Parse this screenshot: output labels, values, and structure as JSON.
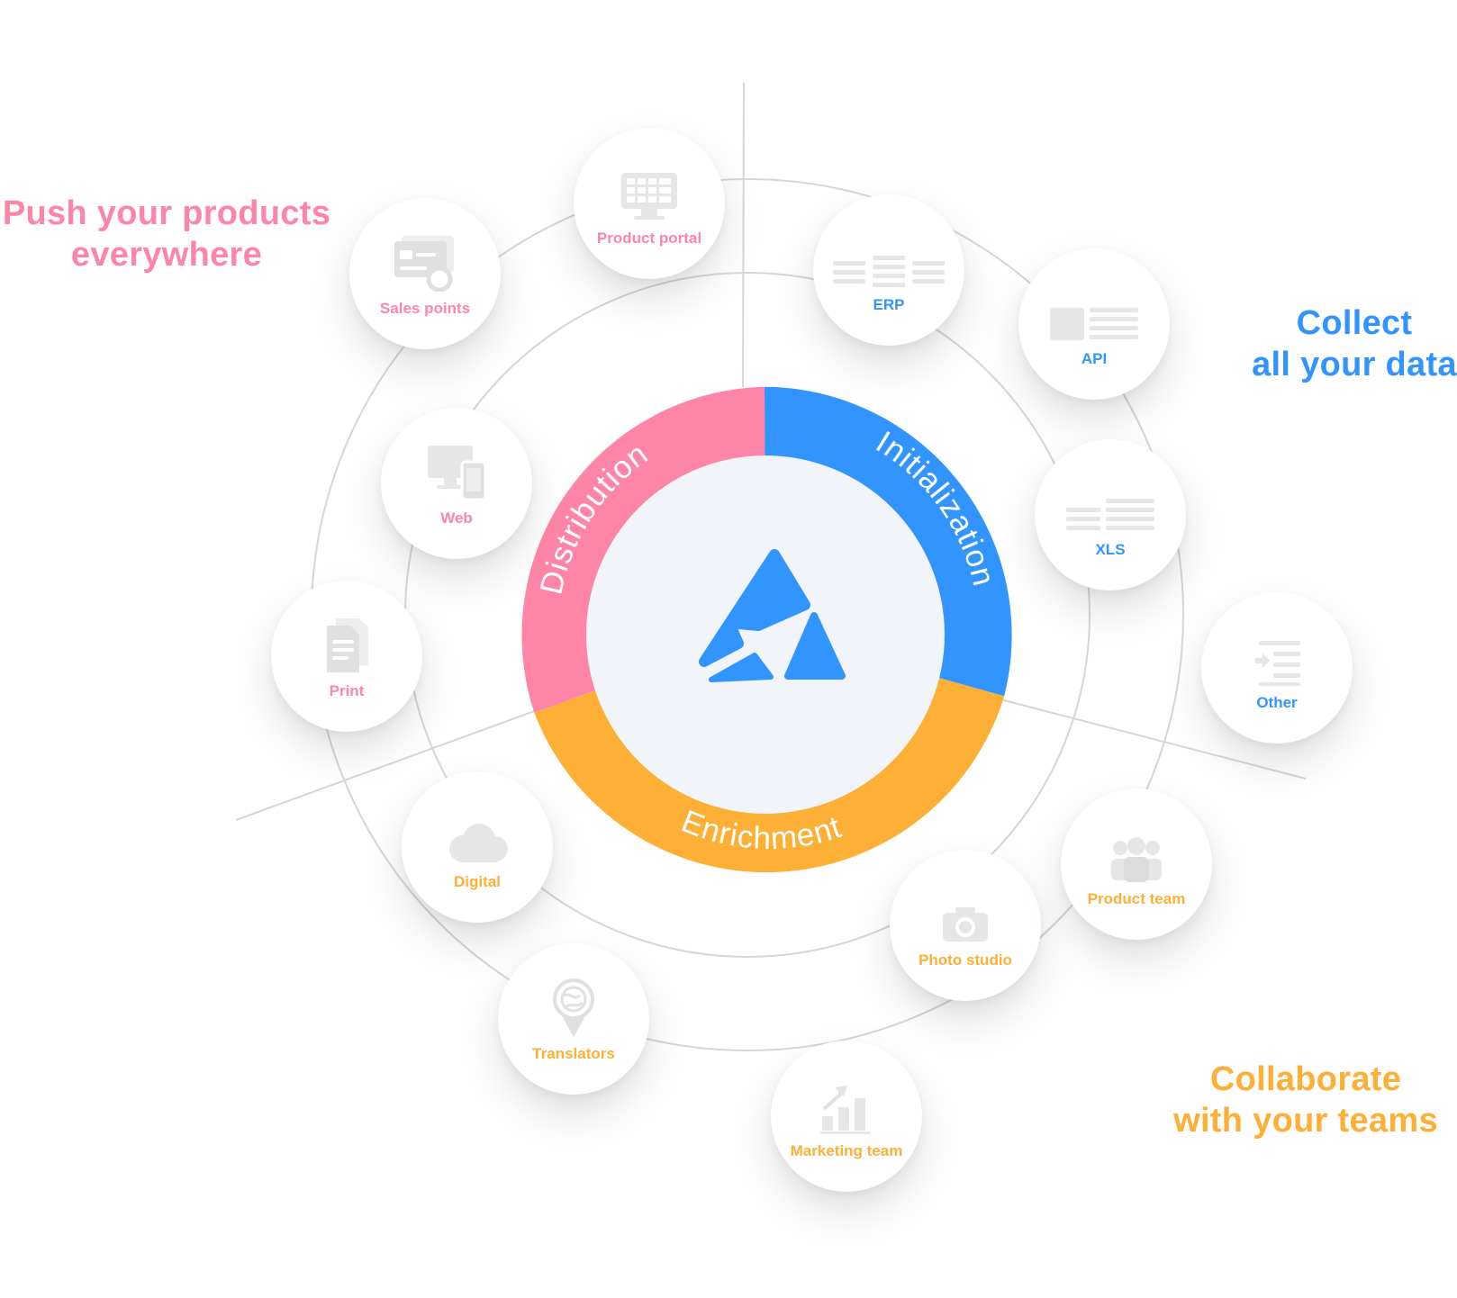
{
  "colors": {
    "distribution": "#ff85a8",
    "initialization": "#3294ff",
    "enrichment": "#fdaf36",
    "center": "#f1f5f9",
    "ring_line": "#d6d6d6",
    "icon_gray": "#e6e6e6"
  },
  "headlines": {
    "push": {
      "line1": "Push your products",
      "line2": "everywhere"
    },
    "collect": {
      "line1": "Collect",
      "line2": "all your data"
    },
    "collaborate": {
      "line1": "Collaborate",
      "line2": "with your teams"
    }
  },
  "segments": {
    "distribution": "Distribution",
    "initialization": "Initialization",
    "enrichment": "Enrichment"
  },
  "center_logo": "logo-icon",
  "nodes": {
    "product_portal": {
      "label": "Product portal",
      "icon": "monitor-grid-icon"
    },
    "sales_points": {
      "label": "Sales points",
      "icon": "card-terminal-icon"
    },
    "web": {
      "label": "Web",
      "icon": "devices-icon"
    },
    "print": {
      "label": "Print",
      "icon": "document-icon"
    },
    "erp": {
      "label": "ERP",
      "icon": "columns-icon"
    },
    "api": {
      "label": "API",
      "icon": "api-lines-icon"
    },
    "xls": {
      "label": "XLS",
      "icon": "table-lines-icon"
    },
    "other": {
      "label": "Other",
      "icon": "import-list-icon"
    },
    "digital": {
      "label": "Digital",
      "icon": "cloud-icon"
    },
    "translators": {
      "label": "Translators",
      "icon": "globe-pin-icon"
    },
    "marketing_team": {
      "label": "Marketing team",
      "icon": "bar-growth-icon"
    },
    "photo_studio": {
      "label": "Photo studio",
      "icon": "camera-icon"
    },
    "product_team": {
      "label": "Product team",
      "icon": "people-icon"
    }
  }
}
